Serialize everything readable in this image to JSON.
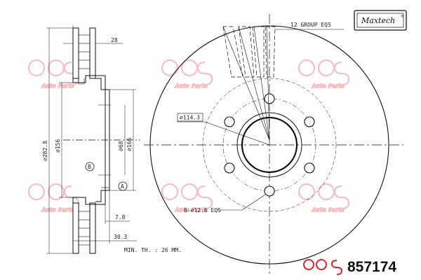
{
  "brand": {
    "name": "Maxtech",
    "trademark": "®",
    "footer_logo": "QPS"
  },
  "part_number": "857174",
  "watermark": {
    "logo": "QPS",
    "tagline": "Auto Parts"
  },
  "section_view": {
    "dims": {
      "width_top": "28",
      "dia_outer": "⌀282.8",
      "dia_156": "⌀156",
      "dia_68": "⌀68",
      "dia_166": "⌀166",
      "offset_78": "7.8",
      "width_bottom": "30.3"
    },
    "markers": {
      "b": "B",
      "a": "A"
    }
  },
  "front_view": {
    "group_label": "12 GROUP EQS",
    "pcd_label": "⌀114.3",
    "holes_label": "6-⌀12.6  EQS"
  },
  "min_thickness": "MIN. TH. : 26 MM."
}
